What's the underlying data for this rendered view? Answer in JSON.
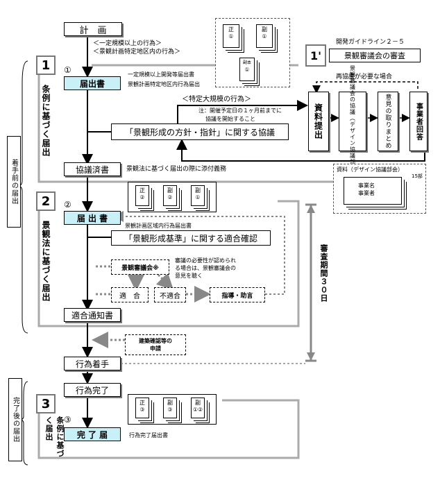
{
  "guideline_caption": "開発ガイドライン２－５",
  "section1_prime": {
    "number": "1'",
    "title": "景観審議会の審査",
    "redeliberation_label": "再協議が必要な場合",
    "boxes": [
      "資料提出",
      "景観審議会の協議（デザイン協議部会）",
      "意見の取りまとめ",
      "事業者回答"
    ],
    "material_title": "資料（デザイン協議部会）",
    "material_count": "15部",
    "material_lines": [
      "事業名",
      "事業者"
    ]
  },
  "top": {
    "plan": "計　画",
    "threshold_note1": "＜一定規模以上の行為＞",
    "threshold_note2": "＜景観計画特定地区内の行為＞",
    "docs_top": [
      {
        "label": "正",
        "num": "①"
      },
      {
        "label": "副",
        "num": "①"
      },
      {
        "label": "副本",
        "num": "①"
      }
    ]
  },
  "section1": {
    "number": "1",
    "side_label": "条例に基づく届出",
    "circle": "①",
    "notify": "届出書",
    "notify_note1": "一定規模以上開発等届出書",
    "notify_note2": "景観計画特定地区内行為届出",
    "large_scale": "＜特定大規模の行為＞",
    "prior_note1": "注：開催予定日の１ヶ月前までに",
    "prior_note2": "協議を開始すること",
    "consultation": "「景観形成の方針・指針」に関する協議",
    "completed": "協議済書",
    "completed_note": "景観法に基づく届出の際に添付義務"
  },
  "before_label": "着手前の届出",
  "section2": {
    "number": "2",
    "side_label": "景観法に基づく届出",
    "circle": "②",
    "docs": [
      {
        "label": "正",
        "num": "②"
      },
      {
        "label": "副",
        "num": "②"
      },
      {
        "label": "副",
        "num": "①"
      }
    ],
    "notify": "届 出 書",
    "notify_note": "景観計画区域内行為届出書",
    "confirm": "「景観形成基準」に関する適合確認",
    "council": "景観審議会※",
    "council_note1": "審議の必要性が認められ",
    "council_note2": "る場合は、景観審議会の",
    "council_note3": "意見を聴く",
    "ok": "適　合",
    "ng": "不適合",
    "guidance": "指導・助言",
    "result": "適合通知書",
    "review_label": "審査期間３０日"
  },
  "middle": {
    "building_check1": "建築確認等の",
    "building_check2": "申請",
    "start": "行為着手",
    "end": "行為完了"
  },
  "after_label": "完了後の届出",
  "section3": {
    "number": "3",
    "side_label": "条例に基づく届出",
    "circle": "③",
    "docs": [
      {
        "label": "正",
        "num": "③"
      },
      {
        "label": "副",
        "num": "③"
      },
      {
        "label": "副",
        "num": "①②"
      }
    ],
    "notify": "完 了 届",
    "notify_note": "行為完了届出書"
  }
}
